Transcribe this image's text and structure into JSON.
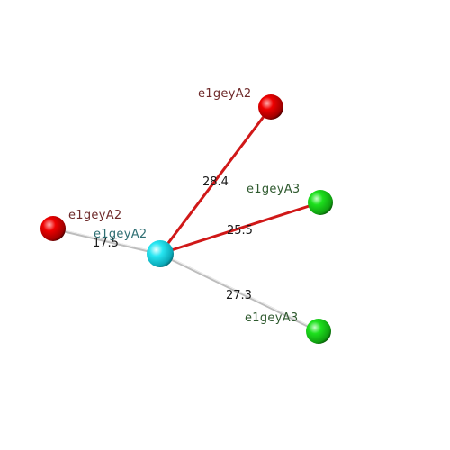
{
  "colors": {
    "center": "#19d8e8",
    "red_sphere": "#e00000",
    "green_sphere": "#18d418",
    "red_bond": "#d01818",
    "grey_bond": "#c8c8c8",
    "center_label": "#2f6f73",
    "red_label": "#6e2a2a",
    "green_label": "#2f5a2f"
  },
  "nodes": {
    "center": {
      "label": "e1geyA2"
    },
    "top": {
      "label": "e1geyA2"
    },
    "left": {
      "label": "e1geyA2"
    },
    "right": {
      "label": "e1geyA3"
    },
    "bottom": {
      "label": "e1geyA3"
    }
  },
  "edges": {
    "to_top": {
      "label": "28.4"
    },
    "to_right": {
      "label": "25.5"
    },
    "to_left": {
      "label": "17.5"
    },
    "to_bottom": {
      "label": "27.3"
    }
  }
}
